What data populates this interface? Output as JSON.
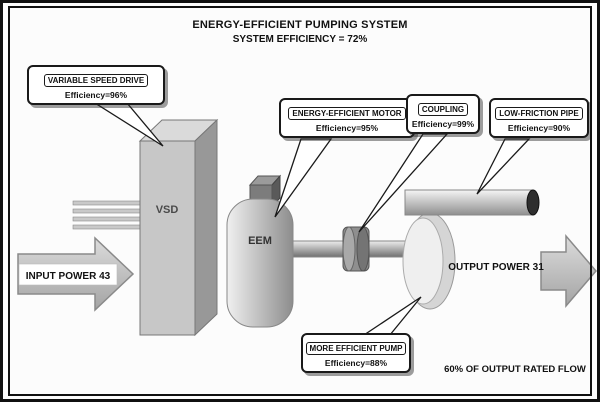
{
  "title": {
    "line1": "ENERGY-EFFICIENT PUMPING SYSTEM",
    "line2": "SYSTEM EFFICIENCY = 72%"
  },
  "callouts": {
    "vsd": {
      "label": "VARIABLE SPEED DRIVE",
      "efficiency": "Efficiency=96%"
    },
    "motor": {
      "label": "ENERGY-EFFICIENT MOTOR",
      "efficiency": "Efficiency=95%"
    },
    "coupling": {
      "label": "COUPLING",
      "efficiency": "Efficiency=99%"
    },
    "pipe": {
      "label": "LOW-FRICTION PIPE",
      "efficiency": "Efficiency=90%"
    },
    "pump": {
      "label": "MORE EFFICIENT PUMP",
      "efficiency": "Efficiency=88%"
    }
  },
  "components": {
    "vsd_label": "VSD",
    "eem_label": "EEM"
  },
  "flow": {
    "input_label": "INPUT POWER 43",
    "output_label": "OUTPUT POWER 31",
    "footnote": "60% OF OUTPUT RATED FLOW"
  },
  "colors": {
    "ink": "#111111",
    "box_light": "#c7c7c7",
    "box_dark": "#9a9a9a",
    "pipe_cap": "#2e2e2e",
    "background": "#fcfcfc"
  }
}
